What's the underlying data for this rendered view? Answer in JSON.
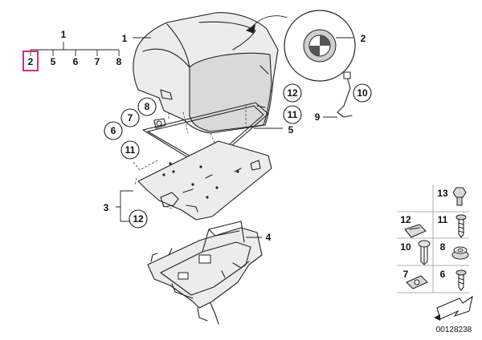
{
  "tree": {
    "root": "1",
    "children": [
      "2",
      "5",
      "6",
      "7",
      "8"
    ],
    "highlighted": "2"
  },
  "callouts": {
    "top_case": "1",
    "emblem": "2",
    "cable": "9",
    "seal": "5",
    "hardware": "3",
    "tray": "4",
    "c12a": "12",
    "c11a": "11",
    "c10": "10",
    "c8": "8",
    "c7": "7",
    "c6": "6",
    "c11b": "11",
    "c12b": "12"
  },
  "legend": [
    {
      "number": "13",
      "icon": "hex-bolt-icon"
    },
    {
      "number": "12",
      "icon": "spring-clip-icon"
    },
    {
      "number": "11",
      "icon": "screw-icon"
    },
    {
      "number": "10",
      "icon": "expansion-rivet-icon"
    },
    {
      "number": "8",
      "icon": "grommet-icon"
    },
    {
      "number": "7",
      "icon": "clip-nut-icon"
    },
    {
      "number": "6",
      "icon": "pan-screw-icon"
    }
  ],
  "drawing_number": "00128238",
  "highlight_color": "#e0218a"
}
